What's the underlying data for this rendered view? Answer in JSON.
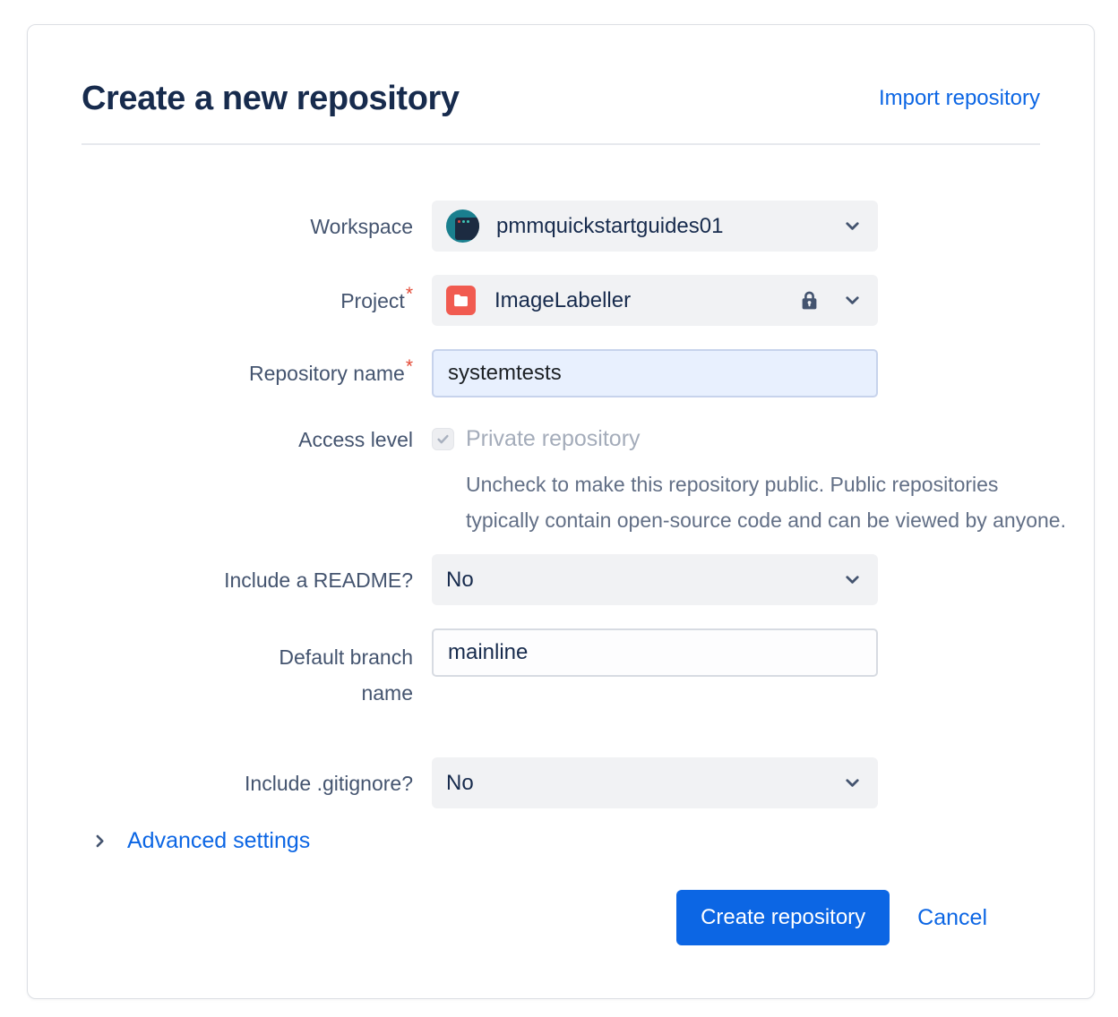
{
  "page": {
    "title": "Create a new repository",
    "import_link": "Import repository"
  },
  "form": {
    "workspace": {
      "label": "Workspace",
      "value": "pmmquickstartguides01"
    },
    "project": {
      "label": "Project",
      "required_mark": "*",
      "value": "ImageLabeller",
      "locked": true
    },
    "repository_name": {
      "label": "Repository name",
      "required_mark": "*",
      "value": "systemtests"
    },
    "access_level": {
      "label": "Access level",
      "checkbox_label": "Private repository",
      "checkbox_checked": true,
      "checkbox_disabled": true,
      "help_text": "Uncheck to make this repository public. Public repositories typically contain open-source code and can be viewed by anyone."
    },
    "include_readme": {
      "label": "Include a README?",
      "value": "No"
    },
    "default_branch": {
      "label": "Default branch name",
      "value": "mainline"
    },
    "include_gitignore": {
      "label": "Include .gitignore?",
      "value": "No"
    },
    "advanced_settings_label": "Advanced settings"
  },
  "footer": {
    "create_button": "Create repository",
    "cancel_link": "Cancel"
  },
  "icons": {
    "workspace_avatar": "teal-circle-browser-window",
    "project_folder": "red-square-white-folder",
    "lock": "padlock",
    "chevron_down": "v",
    "chevron_right": ">",
    "check": "✓"
  },
  "colors": {
    "primary_blue": "#0C66E4",
    "title_text": "#172B4D",
    "label_text": "#44546F",
    "muted_text": "#626F86",
    "disabled_text": "#A4ACBA",
    "select_background": "#F1F2F4",
    "autofill_input_background": "#E8F0FE",
    "required_asterisk": "#E34935",
    "project_icon_red": "#F15B50",
    "workspace_avatar_teal": "#1A7F8E",
    "card_border": "#DCDFE4"
  }
}
